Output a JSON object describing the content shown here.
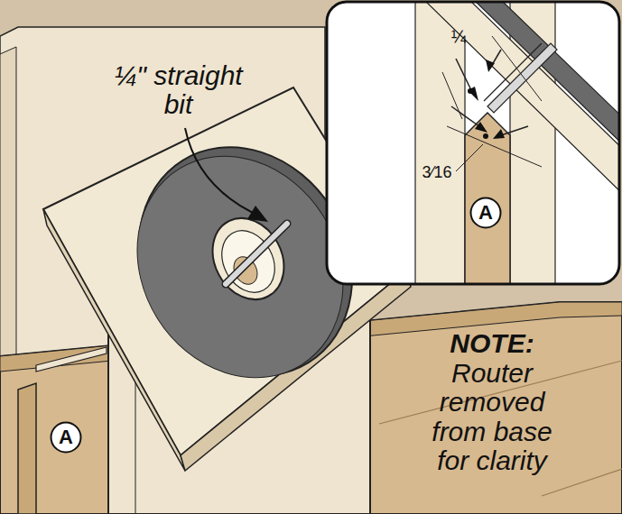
{
  "diagram": {
    "nodes": [
      {
        "text": [
          "A"
        ]
      },
      {
        "text": [
          "A"
        ]
      }
    ],
    "labels": [
      "¼\" straight bit",
      "¼",
      "3⁄16",
      "NOTE:",
      "Router removed from base for clarity"
    ]
  }
}
